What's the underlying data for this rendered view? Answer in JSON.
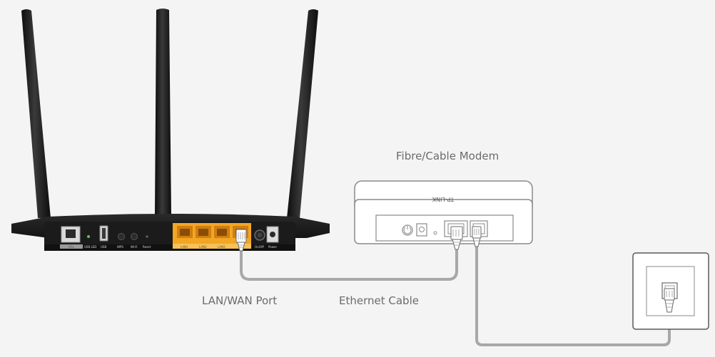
{
  "labels": {
    "modem": "Fibre/Cable Modem",
    "lan_wan_port": "LAN/WAN Port",
    "ethernet_cable": "Ethernet Cable"
  },
  "router": {
    "port_labels": [
      "DSL",
      "USB LED",
      "USB",
      "WPS",
      "Wi-Fi",
      "Reset",
      "LAN1",
      "LAN2",
      "LAN3",
      "On/Off",
      "Power"
    ]
  },
  "modem": {
    "brand": "TP-LINK"
  },
  "colors": {
    "background": "#f4f4f4",
    "router_body": "#1c1c1c",
    "lan_ports": "#f2a623",
    "cable": "#a8a8a8",
    "outline": "#8a8a8a",
    "caption_text": "#6b6b6b"
  }
}
